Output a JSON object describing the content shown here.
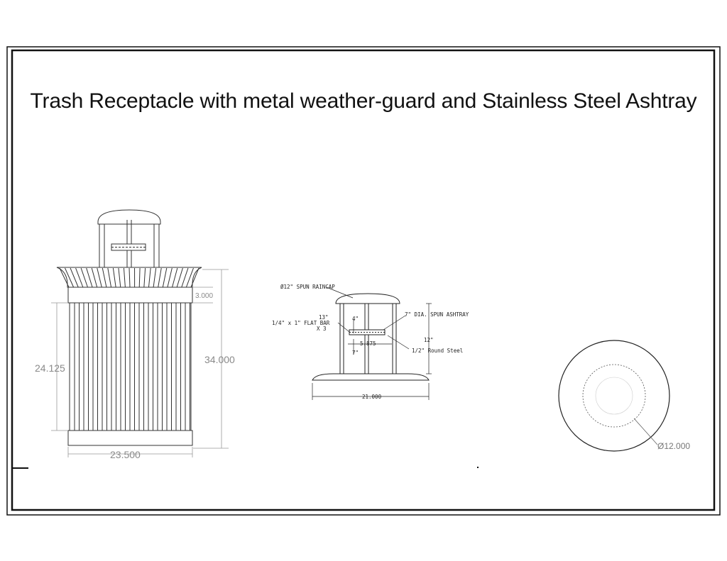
{
  "title": "Trash Receptacle with metal weather-guard and Stainless Steel Ashtray",
  "side_view": {
    "dims": {
      "top_band": "3.000",
      "overall_height": "34.000",
      "body_height": "24.125",
      "body_width": "23.500"
    }
  },
  "detail_view": {
    "labels": {
      "raincap": "Ø12\" SPUN RAINCAP",
      "ashtray": "7\" DIA. SPUN ASHTRAY",
      "flat_bar_line1": "1/4\" x 1\" FLAT BAR",
      "flat_bar_line2": "X 3",
      "round_steel": "1/2\" Round Steel",
      "dim_13": "13\"",
      "dim_4": "4\"",
      "dim_7": "7\"",
      "dim_12": "12\"",
      "dim_5875": "5.875",
      "dim_21": "21.000"
    }
  },
  "plan_view": {
    "diameter": "Ø12.000"
  }
}
